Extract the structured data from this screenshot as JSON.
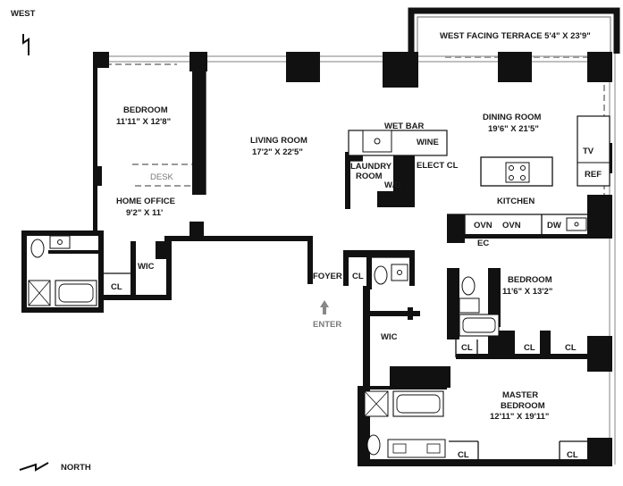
{
  "compass": {
    "top": "WEST",
    "bottom": "NORTH"
  },
  "terrace": {
    "label": "WEST FACING TERRACE 5'4\" X 23'9\""
  },
  "rooms": {
    "bedroom1": {
      "name": "BEDROOM",
      "dims": "11'11\" X 12'8\""
    },
    "desk": "DESK",
    "home_office": {
      "name": "HOME OFFICE",
      "dims": "9'2\" X 11'"
    },
    "living_room": {
      "name": "LIVING ROOM",
      "dims": "17'2\" X 22'5\""
    },
    "wet_bar": "WET BAR",
    "wine": "WINE",
    "laundry": {
      "line1": "LAUNDRY",
      "line2": "ROOM"
    },
    "wd": "W/D",
    "elect_cl": "ELECT CL",
    "dining_room": {
      "name": "DINING ROOM",
      "dims": "19'6\" X 21'5\""
    },
    "tv": "TV",
    "ref": "REF",
    "kitchen": "KITCHEN",
    "ovn1": "OVN",
    "ovn2": "OVN",
    "dw": "DW",
    "ec": "EC",
    "wic_left": "WIC",
    "cl_left": "CL",
    "foyer": "FOYER",
    "cl_foyer": "CL",
    "enter": "ENTER",
    "bedroom2": {
      "name": "BEDROOM",
      "dims": "11'6\" X 13'2\""
    },
    "wic_master": "WIC",
    "cl_a": "CL",
    "cl_b": "CL",
    "cl_c": "CL",
    "master": {
      "line1": "MASTER",
      "line2": "BEDROOM",
      "dims": "12'11\" X 19'11\""
    },
    "cl_d": "CL",
    "cl_e": "CL"
  }
}
